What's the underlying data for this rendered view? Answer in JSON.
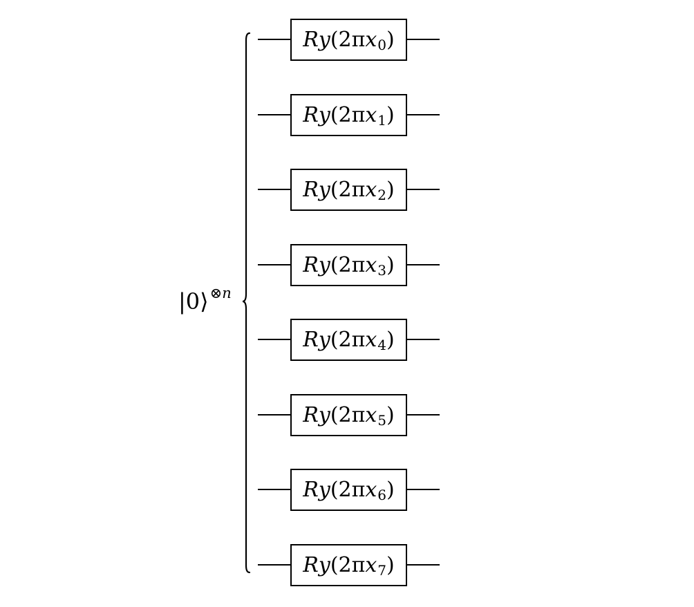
{
  "state": {
    "ket": "|0⟩",
    "tensor": "⊗",
    "power": "n"
  },
  "gates": [
    {
      "op": "R",
      "var": "y",
      "open": "(2π",
      "x": "x",
      "sub": "0",
      "close": ")"
    },
    {
      "op": "R",
      "var": "y",
      "open": "(2π",
      "x": "x",
      "sub": "1",
      "close": ")"
    },
    {
      "op": "R",
      "var": "y",
      "open": "(2π",
      "x": "x",
      "sub": "2",
      "close": ")"
    },
    {
      "op": "R",
      "var": "y",
      "open": "(2π",
      "x": "x",
      "sub": "3",
      "close": ")"
    },
    {
      "op": "R",
      "var": "y",
      "open": "(2π",
      "x": "x",
      "sub": "4",
      "close": ")"
    },
    {
      "op": "R",
      "var": "y",
      "open": "(2π",
      "x": "x",
      "sub": "5",
      "close": ")"
    },
    {
      "op": "R",
      "var": "y",
      "open": "(2π",
      "x": "x",
      "sub": "6",
      "close": ")"
    },
    {
      "op": "R",
      "var": "y",
      "open": "(2π",
      "x": "x",
      "sub": "7",
      "close": ")"
    }
  ]
}
